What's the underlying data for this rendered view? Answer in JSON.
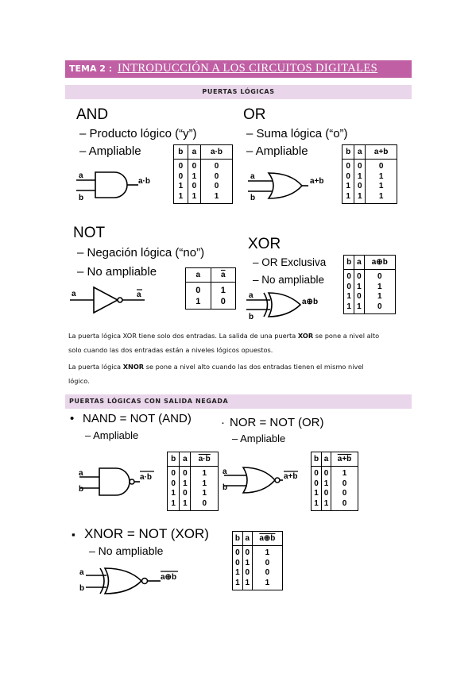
{
  "header": {
    "tag": "TEMA 2 :",
    "title": "INTRODUCCIÓN A LOS CIRCUITOS DIGITALES"
  },
  "section1": {
    "label": "PUERTAS LÓGICAS"
  },
  "and_gate": {
    "name": "AND",
    "desc": "– Producto lógico (“y”)",
    "ampl": "– Ampliable",
    "in_a": "a",
    "in_b": "b",
    "out": "a·b",
    "headers": [
      "b",
      "a",
      "a·b"
    ],
    "cols": [
      [
        "0",
        "0",
        "1",
        "1"
      ],
      [
        "0",
        "1",
        "0",
        "1"
      ],
      [
        "0",
        "0",
        "0",
        "1"
      ]
    ]
  },
  "or_gate": {
    "name": "OR",
    "desc": "– Suma lógica (“o”)",
    "ampl": "– Ampliable",
    "in_a": "a",
    "in_b": "b",
    "out": "a+b",
    "headers": [
      "b",
      "a",
      "a+b"
    ],
    "cols": [
      [
        "0",
        "0",
        "1",
        "1"
      ],
      [
        "0",
        "1",
        "0",
        "1"
      ],
      [
        "0",
        "1",
        "1",
        "1"
      ]
    ]
  },
  "not_gate": {
    "name": "NOT",
    "desc": "– Negación lógica (“no”)",
    "ampl": "– No ampliable",
    "in_a": "a",
    "out": "a",
    "headers": [
      "a",
      "a"
    ],
    "cols": [
      [
        "0",
        "1"
      ],
      [
        "1",
        "0"
      ]
    ]
  },
  "xor_gate": {
    "name": "XOR",
    "desc": "– OR Exclusiva",
    "ampl": "– No ampliable",
    "in_a": "a",
    "in_b": "b",
    "out": "a⊕b",
    "headers": [
      "b",
      "a",
      "a⊕b"
    ],
    "cols": [
      [
        "0",
        "0",
        "1",
        "1"
      ],
      [
        "0",
        "1",
        "0",
        "1"
      ],
      [
        "0",
        "1",
        "1",
        "0"
      ]
    ]
  },
  "para1": {
    "line1_pre": "La puerta lógica XOR tiene solo dos entradas. La salida de una puerta ",
    "line1_bold": "XOR",
    "line1_post": " se pone a nivel alto",
    "line2": "solo cuando las dos entradas están a niveles lógicos opuestos."
  },
  "para2": {
    "pre": " La puerta lógica ",
    "bold": "XNOR",
    "post": " se pone a nivel alto cuando las dos entradas tienen el mismo nivel",
    "line2": "lógico."
  },
  "section2": {
    "label": "PUERTAS LÓGICAS CON SALIDA NEGADA"
  },
  "nand_gate": {
    "bullet": "•",
    "name": "NAND = NOT (AND)",
    "ampl": "– Ampliable",
    "in_a": "a",
    "in_b": "b",
    "out": "a·b",
    "headers": [
      "b",
      "a",
      "a·b"
    ],
    "cols": [
      [
        "0",
        "0",
        "1",
        "1"
      ],
      [
        "0",
        "1",
        "0",
        "1"
      ],
      [
        "1",
        "1",
        "1",
        "0"
      ]
    ]
  },
  "nor_gate": {
    "bullet": "·",
    "name": "NOR = NOT (OR)",
    "ampl": "– Ampliable",
    "in_a": "a",
    "in_b": "b",
    "out": "a+b",
    "headers": [
      "b",
      "a",
      "a+b"
    ],
    "cols": [
      [
        "0",
        "0",
        "1",
        "1"
      ],
      [
        "0",
        "1",
        "0",
        "1"
      ],
      [
        "1",
        "0",
        "0",
        "0"
      ]
    ]
  },
  "xnor_gate": {
    "bullet": "▪",
    "name": "XNOR = NOT (XOR)",
    "ampl": "– No ampliable",
    "in_a": "a",
    "in_b": "b",
    "out": "a⊕b",
    "headers": [
      "b",
      "a",
      "a⊕b"
    ],
    "cols": [
      [
        "0",
        "0",
        "1",
        "1"
      ],
      [
        "0",
        "1",
        "0",
        "1"
      ],
      [
        "1",
        "0",
        "0",
        "1"
      ]
    ]
  }
}
